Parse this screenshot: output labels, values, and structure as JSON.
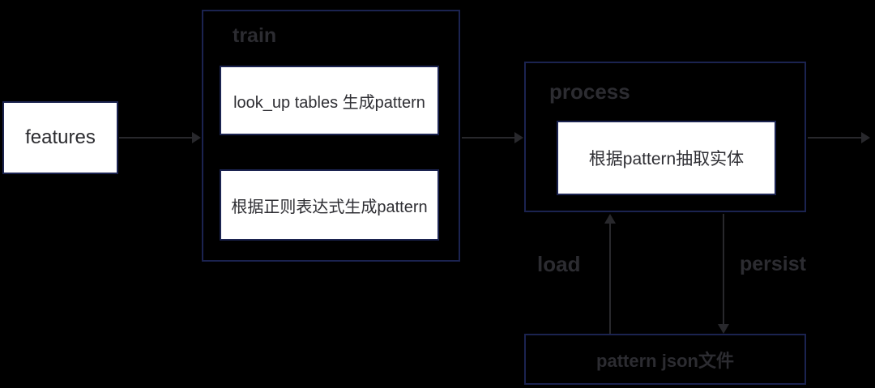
{
  "diagram": {
    "colors": {
      "background": "#000000",
      "box_border": "#1b2350",
      "box_fill": "#ffffff",
      "arrow": "#28282c",
      "group_label_text": "#2c2c31",
      "box_text": "#2f2f34"
    },
    "nodes": {
      "features": {
        "label": "features"
      },
      "train": {
        "label": "train",
        "children": [
          {
            "label": "look_up tables 生成pattern"
          },
          {
            "label": "根据正则表达式生成pattern"
          }
        ]
      },
      "process": {
        "label": "process",
        "children": [
          {
            "label": "根据pattern抽取实体"
          }
        ]
      },
      "pattern_json": {
        "label": "pattern json文件"
      }
    },
    "edges": {
      "features_to_train": {
        "label": ""
      },
      "train_to_process": {
        "label": ""
      },
      "process_to_output": {
        "label": ""
      },
      "load": {
        "label": "load"
      },
      "persist": {
        "label": "persist"
      }
    }
  }
}
